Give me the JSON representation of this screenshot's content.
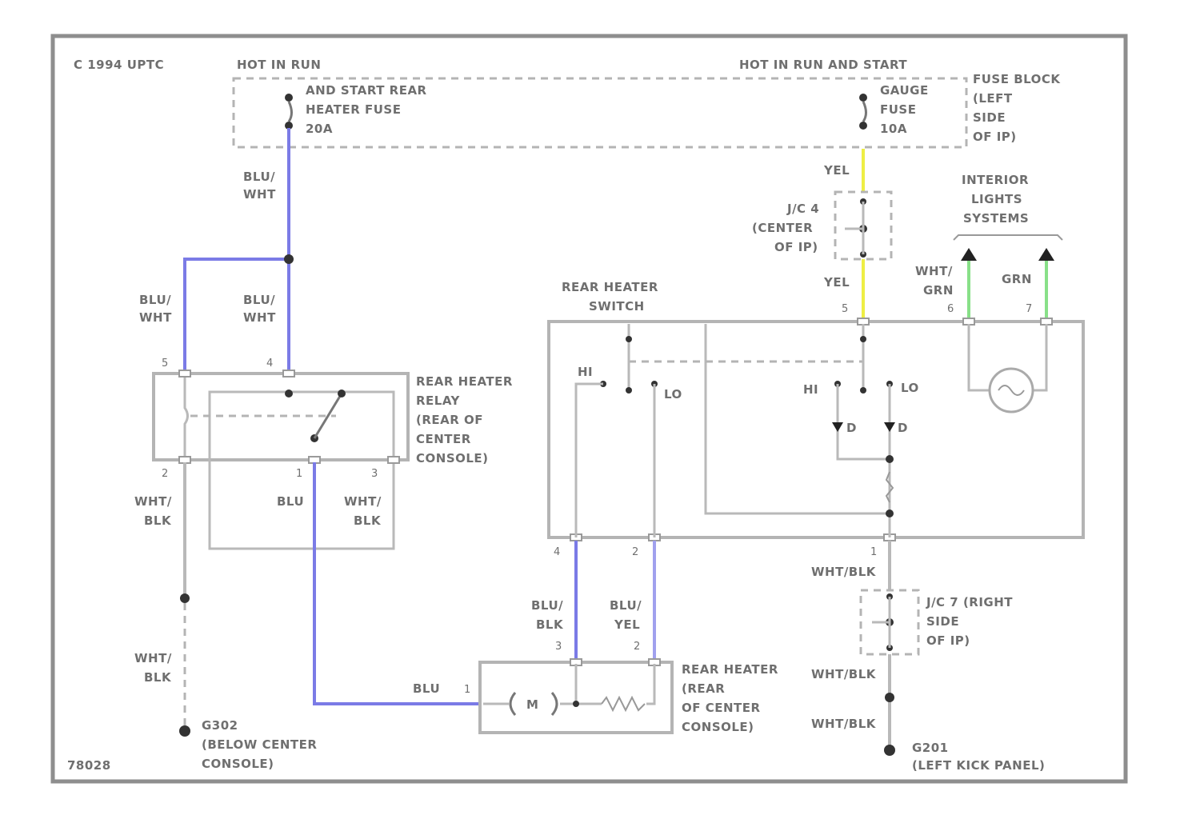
{
  "colors": {
    "blue_wire": "#7b7be6",
    "yellow_wire": "#eeee44",
    "green_wire": "#88e088",
    "grey_wire": "#b9b9b9",
    "frame": "#9a9a9a",
    "text": "#6f6f6f"
  },
  "header": {
    "copyright": "C 1994 UPTC",
    "hot_run_label": "HOT IN RUN",
    "hot_run_start_label": "HOT IN RUN AND START"
  },
  "fuses": {
    "rear_heater_fuse": [
      "AND START REAR",
      "HEATER FUSE",
      "20A"
    ],
    "gauge_fuse": [
      "GAUGE",
      "FUSE",
      "10A"
    ],
    "fuse_block": [
      "FUSE BLOCK",
      "(LEFT",
      "SIDE",
      "OF IP)"
    ]
  },
  "wire_labels": {
    "blu_wht_top": [
      "BLU/",
      "WHT"
    ],
    "blu_wht_left": [
      "BLU/",
      "WHT"
    ],
    "blu_wht_mid": [
      "BLU/",
      "WHT"
    ],
    "yel_top": "YEL",
    "yel_bottom": "YEL",
    "wht_grn": [
      "WHT/",
      "GRN"
    ],
    "grn": "GRN",
    "wht_blk_left": [
      "WHT/",
      "BLK"
    ],
    "blu_relay": "BLU",
    "wht_blk_relay": [
      "WHT/",
      "BLK"
    ],
    "wht_blk_lower_left": [
      "WHT/",
      "BLK"
    ],
    "blu_blk": [
      "BLU/",
      "BLK"
    ],
    "blu_yel": [
      "BLU/",
      "YEL"
    ],
    "blu_motor": "BLU",
    "wht_blk_r1": "WHT/BLK",
    "wht_blk_r2": "WHT/BLK",
    "wht_blk_r3": "WHT/BLK"
  },
  "components": {
    "jc4": [
      "J/C 4",
      "(CENTER",
      "OF IP)"
    ],
    "interior_lights": [
      "INTERIOR",
      "LIGHTS",
      "SYSTEMS"
    ],
    "rear_heater_switch": [
      "REAR HEATER",
      "SWITCH"
    ],
    "rear_heater_relay": [
      "REAR HEATER",
      "RELAY",
      "(REAR OF",
      "CENTER",
      "CONSOLE)"
    ],
    "jc7": [
      "J/C 7 (RIGHT",
      "SIDE",
      "OF IP)"
    ],
    "rear_heater_motor": [
      "REAR HEATER",
      "(REAR",
      "OF CENTER",
      "CONSOLE)"
    ],
    "motor_symbol": "M",
    "ground_g302": [
      "G302",
      "(BELOW CENTER",
      "CONSOLE)"
    ],
    "ground_g201": [
      "G201",
      "(LEFT KICK PANEL)"
    ]
  },
  "switch_labels": {
    "hi_left": "HI",
    "lo_left": "LO",
    "hi_right": "HI",
    "lo_right": "LO",
    "d1": "D",
    "d2": "D"
  },
  "pins": {
    "relay_5": "5",
    "relay_4": "4",
    "relay_2": "2",
    "relay_1": "1",
    "relay_3": "3",
    "switch_5": "5",
    "switch_6": "6",
    "switch_7": "7",
    "switch_4": "4",
    "switch_2": "2",
    "switch_1": "1",
    "motor_3": "3",
    "motor_2": "2",
    "motor_1": "1"
  },
  "footer": {
    "figure_id": "78028"
  }
}
